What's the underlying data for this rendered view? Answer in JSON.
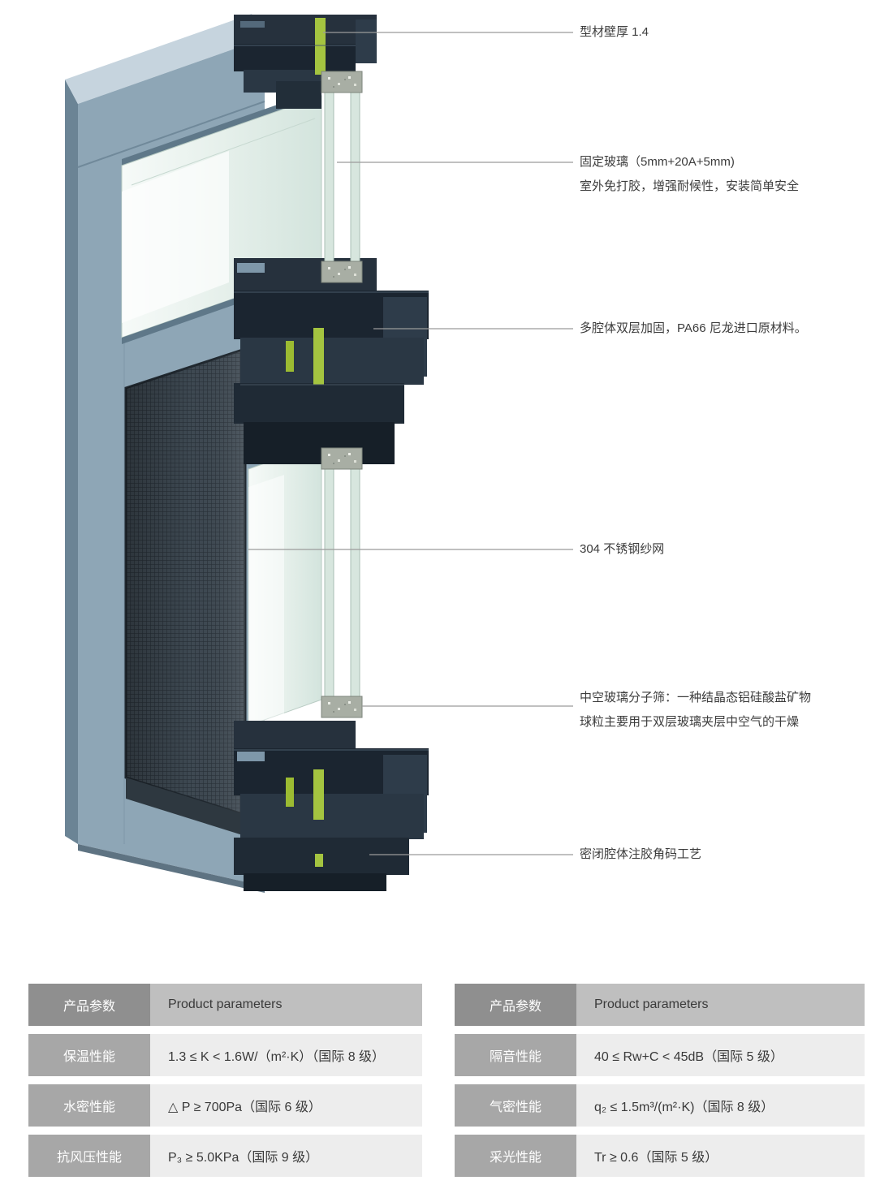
{
  "illustration": {
    "leader_color": "#9b9b9b",
    "frame_color": "#8ea6b6",
    "profile_dark_color": "#1b2530",
    "thermal_break_color": "#a4c440",
    "mesh_color": "#3e4952"
  },
  "annotations": [
    {
      "name": "profile-thickness",
      "lines": [
        "型材壁厚 1.4"
      ]
    },
    {
      "name": "fixed-glass",
      "lines": [
        "固定玻璃（5mm+20A+5mm)",
        "室外免打胶，增强耐候性，安装简单安全"
      ]
    },
    {
      "name": "multi-chamber",
      "lines": [
        "多腔体双层加固，PA66 尼龙进口原材料。"
      ]
    },
    {
      "name": "stainless-mesh",
      "lines": [
        "304 不锈钢纱网"
      ]
    },
    {
      "name": "molecular-sieve",
      "lines": [
        "中空玻璃分子筛：一种结晶态铝硅酸盐矿物",
        "球粒主要用于双层玻璃夹层中空气的干燥"
      ]
    },
    {
      "name": "corner-injection",
      "lines": [
        "密闭腔体注胶角码工艺"
      ]
    }
  ],
  "table": {
    "headers": [
      {
        "label": "产品参数",
        "value": "Product parameters"
      },
      {
        "label": "产品参数",
        "value": "Product parameters"
      }
    ],
    "rows": [
      {
        "cells": [
          {
            "label": "保温性能",
            "value": "1.3 ≤ K < 1.6W/（m²·K）（国际 8 级）"
          },
          {
            "label": "隔音性能",
            "value": "40 ≤ Rw+C < 45dB（国际 5 级）"
          }
        ]
      },
      {
        "cells": [
          {
            "label": "水密性能",
            "value": "△ P ≥ 700Pa（国际 6 级）"
          },
          {
            "label": "气密性能",
            "value": "q₂ ≤ 1.5m³/(m²·K)（国际 8 级）"
          }
        ]
      },
      {
        "cells": [
          {
            "label": "抗风压性能",
            "value": "P₃ ≥ 5.0KPa（国际 9 级）"
          },
          {
            "label": "采光性能",
            "value": "Tr ≥ 0.6（国际 5 级）"
          }
        ]
      }
    ]
  }
}
